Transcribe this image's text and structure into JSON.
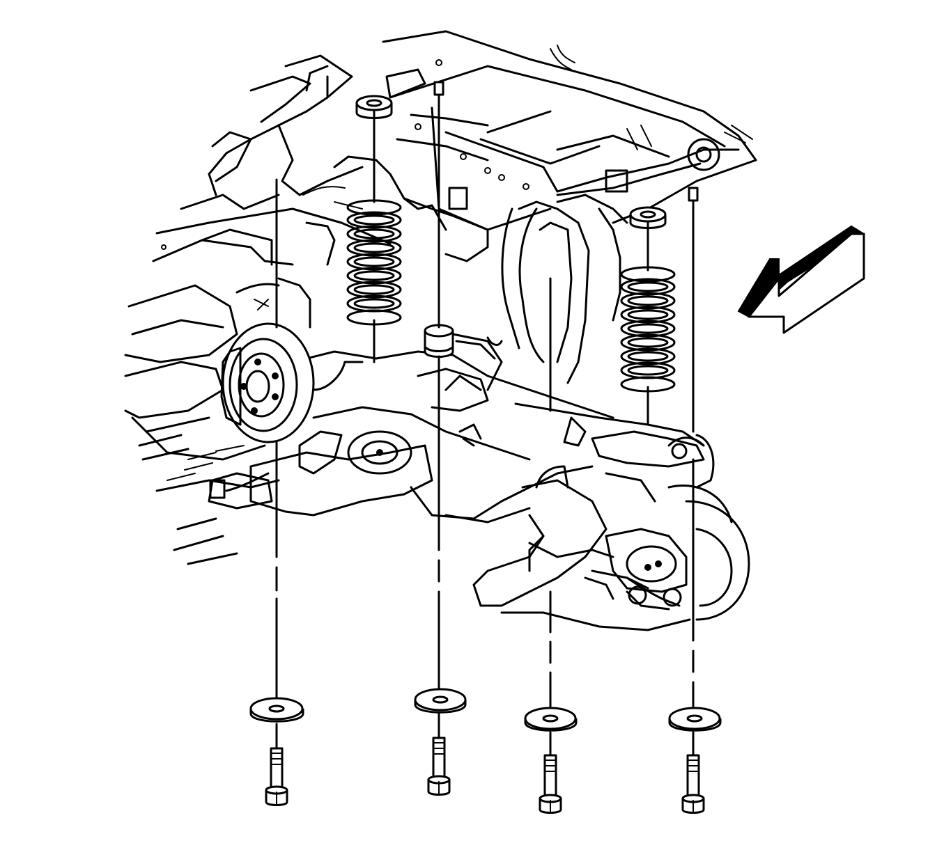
{
  "figure": {
    "background": "#ffffff",
    "line_color": "#000000",
    "direction_indicator": "arrow-icon",
    "fastener_stations": [
      {
        "name": "bolt-1",
        "components": [
          "washer",
          "hex-bolt",
          "isolator"
        ]
      },
      {
        "name": "bolt-2",
        "components": [
          "washer",
          "hex-bolt",
          "isolator"
        ]
      },
      {
        "name": "bolt-3",
        "components": [
          "washer",
          "hex-bolt"
        ]
      },
      {
        "name": "bolt-4",
        "components": [
          "washer",
          "hex-bolt",
          "isolator"
        ]
      }
    ],
    "springs": [
      "coil-spring-left",
      "coil-spring-right"
    ]
  }
}
